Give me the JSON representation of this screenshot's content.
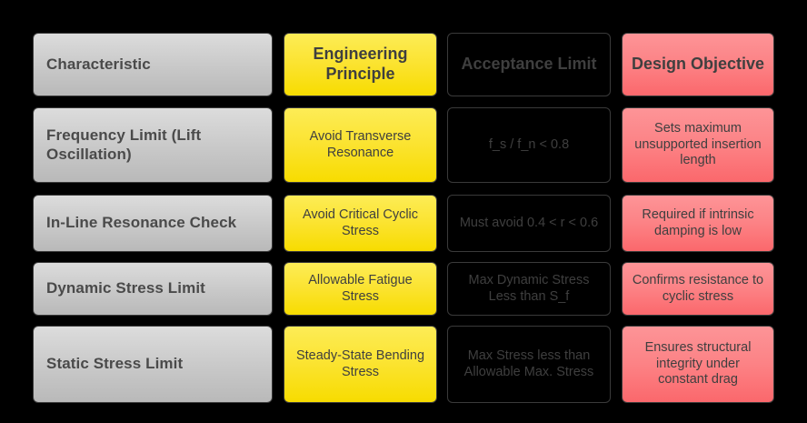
{
  "table": {
    "columns": [
      {
        "key": "characteristic",
        "label": "Characteristic",
        "color": "#c8c8c8"
      },
      {
        "key": "principle",
        "label": "Engineering Principle",
        "color": "#fbe32f"
      },
      {
        "key": "limit",
        "label": "Acceptance Limit",
        "color": "#fbab55"
      },
      {
        "key": "objective",
        "label": "Design Objective",
        "color": "#fc8285"
      }
    ],
    "header": {
      "characteristic": "Characteristic",
      "principle": "Engineering Principle",
      "limit": "Acceptance Limit",
      "objective": "Design Objective"
    },
    "rows": [
      {
        "characteristic": "Frequency Limit (Lift Oscillation)",
        "principle": "Avoid Transverse Resonance",
        "limit": "f_s / f_n < 0.8",
        "objective": "Sets maximum unsupported insertion length"
      },
      {
        "characteristic": "In-Line Resonance Check",
        "principle": "Avoid Critical Cyclic Stress",
        "limit": "Must avoid 0.4 < r < 0.6",
        "objective": "Required if intrinsic damping is low"
      },
      {
        "characteristic": "Dynamic Stress Limit",
        "principle": "Allowable Fatigue Stress",
        "limit": "Max Dynamic Stress Less than S_f",
        "objective": "Confirms resistance to cyclic stress"
      },
      {
        "characteristic": "Static Stress Limit",
        "principle": "Steady-State Bending Stress",
        "limit": "Max Stress less than Allowable Max. Stress",
        "objective": "Ensures structural integrity under constant drag"
      }
    ]
  },
  "colors": {
    "background": "#000000",
    "gray": "#c8c8c8",
    "yellow": "#fbe32f",
    "orange": "#fbab55",
    "red": "#fc8285",
    "text": "#404040"
  }
}
